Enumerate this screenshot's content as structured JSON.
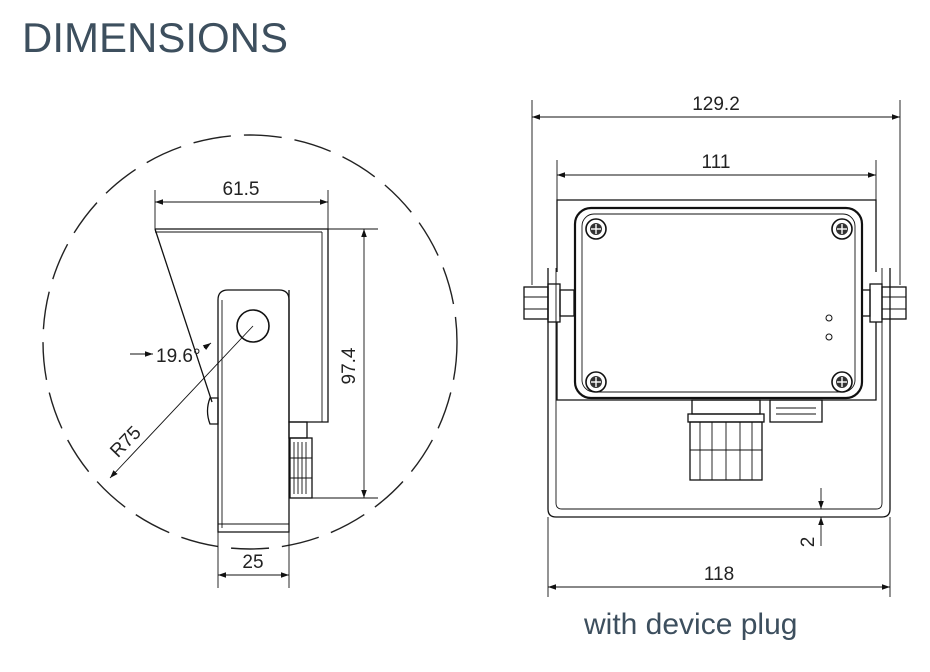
{
  "title": "DIMENSIONS",
  "caption": "with device plug",
  "side_view": {
    "width_top": "61.5",
    "height": "97.4",
    "angle": "19.6°",
    "radius": "R75",
    "width_bottom": "25"
  },
  "front_view": {
    "overall_width": "129.2",
    "enclosure_width": "111",
    "bracket_width": "118",
    "thickness": "2"
  }
}
